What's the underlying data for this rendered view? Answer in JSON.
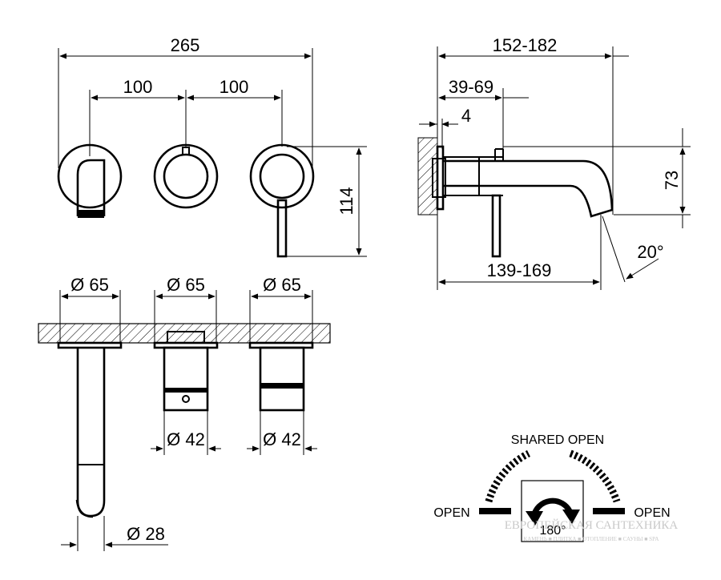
{
  "front_view": {
    "dim_overall_width": "265",
    "dim_spacing_left": "100",
    "dim_spacing_right": "100",
    "dim_height": "114"
  },
  "side_view": {
    "dim_projection": "152-182",
    "dim_body_depth": "39-69",
    "dim_plate": "4",
    "dim_spout_height": "73",
    "dim_spout_reach": "139-169",
    "dim_angle": "20°"
  },
  "section_view": {
    "dia_rosette_1": "Ø 65",
    "dia_rosette_2": "Ø 65",
    "dia_rosette_3": "Ø 65",
    "dia_body_1": "Ø 42",
    "dia_body_2": "Ø 42",
    "dia_spout": "Ø 28"
  },
  "operation": {
    "shared_open": "SHARED OPEN",
    "open_left": "OPEN",
    "open_right": "OPEN",
    "rotation": "180°"
  },
  "watermark": {
    "line1": "ЕВРОПЕЙСКАЯ САНТЕХНИКА",
    "line2": "КАМЕНЬ ■ ПЛИТКА ■ ОТОПЛЕНИЕ ■ САУНЫ ■ SPA"
  }
}
